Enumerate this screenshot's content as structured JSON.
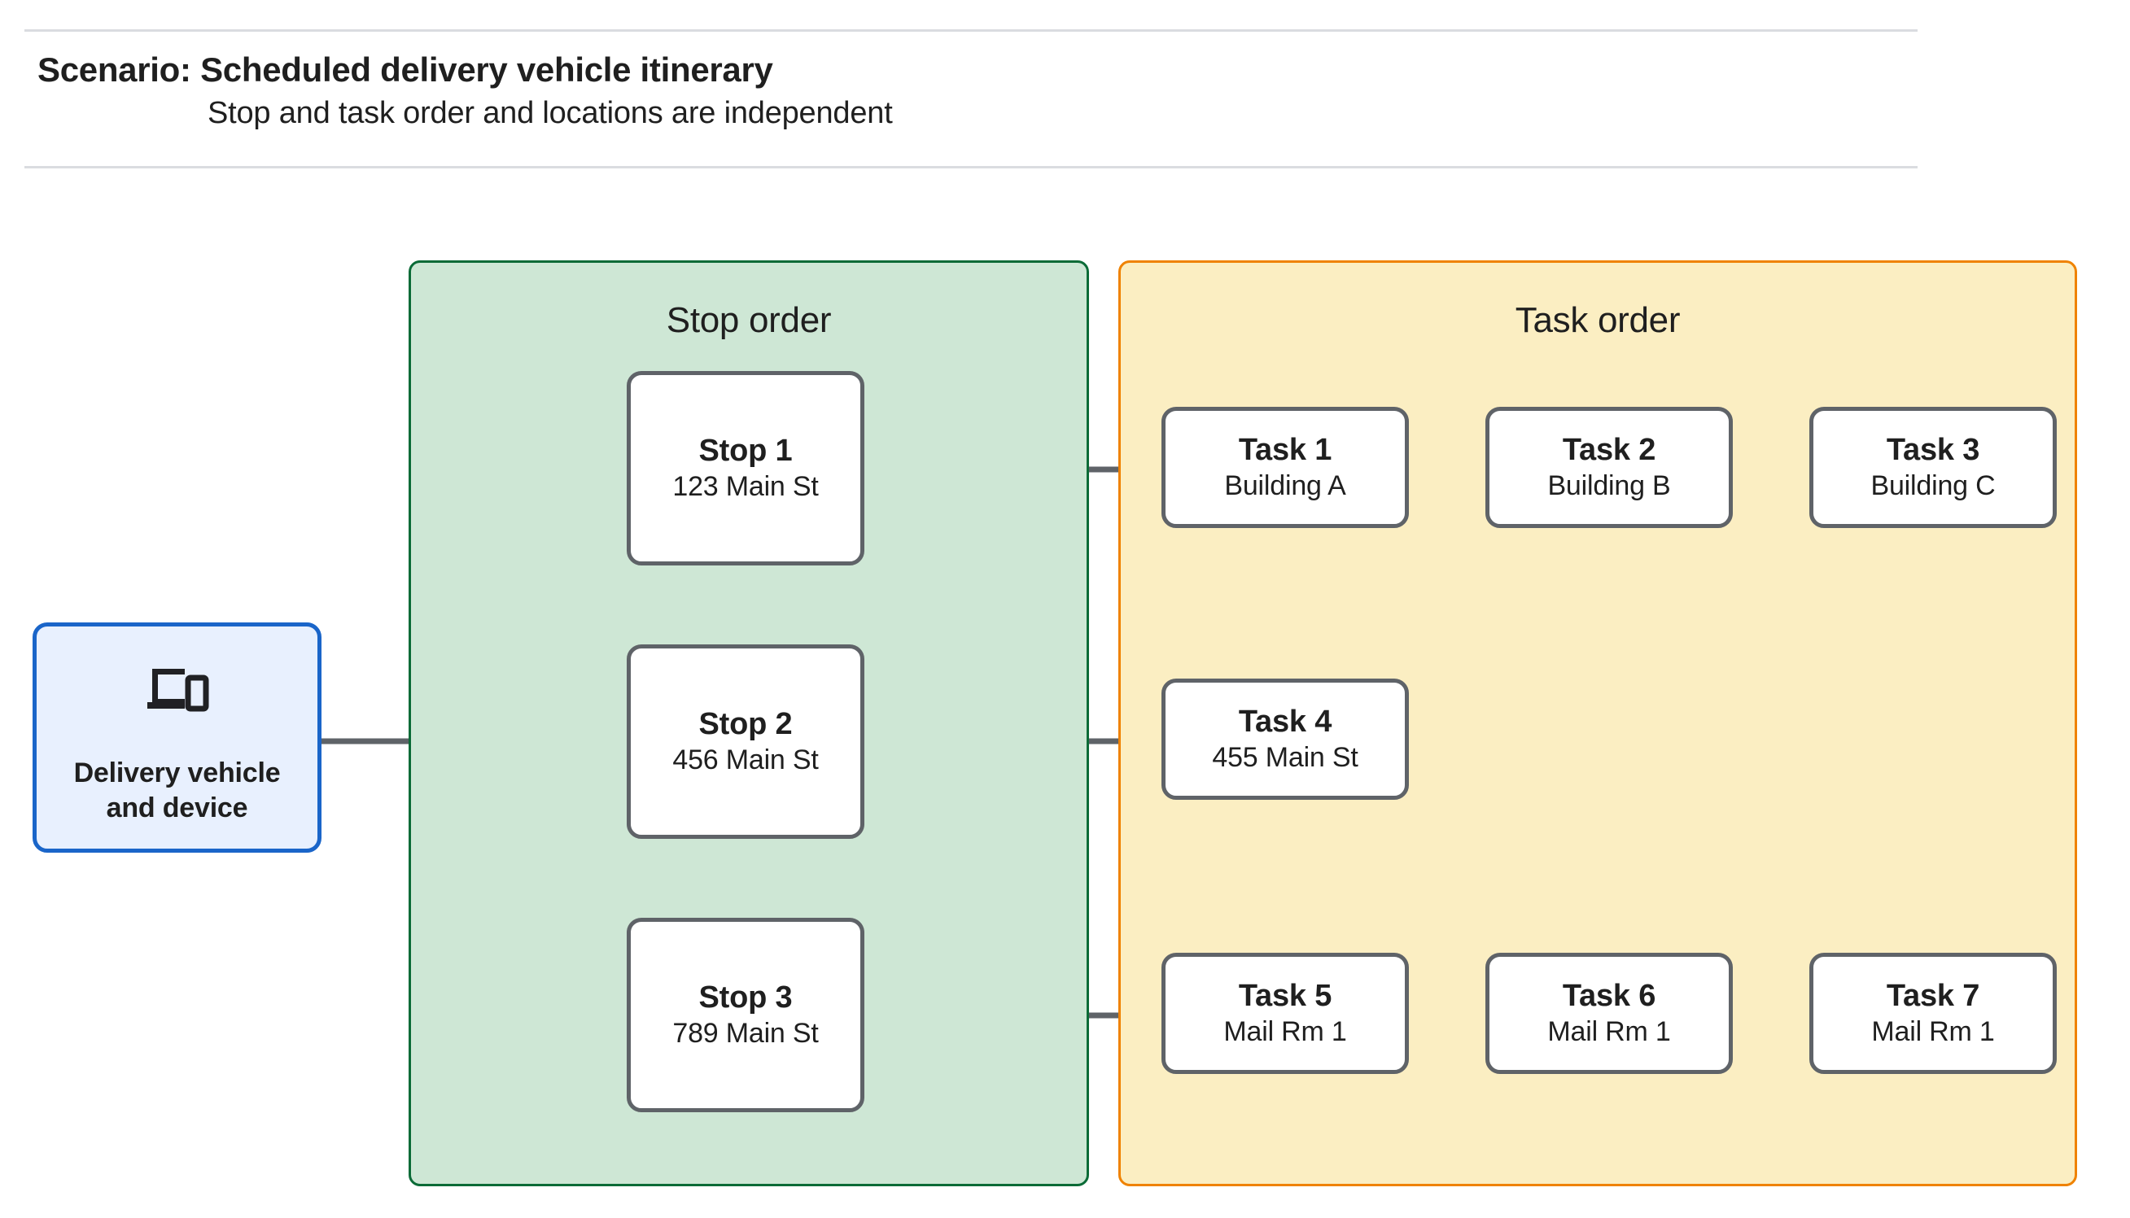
{
  "header": {
    "title": "Scenario: Scheduled delivery vehicle itinerary",
    "subtitle": "Stop and task order and locations are independent"
  },
  "vehicle": {
    "label": "Delivery vehicle\nand device",
    "label_line1": "Delivery vehicle",
    "label_line2": "and device",
    "icon": "devices-icon",
    "border_color": "#1a65c9",
    "fill_color": "#e8f0fe"
  },
  "stop_group": {
    "title": "Stop order",
    "border_color": "#0b6b37",
    "fill_color": "#cee7d5",
    "nodes": [
      {
        "title": "Stop 1",
        "subtitle": "123 Main St"
      },
      {
        "title": "Stop 2",
        "subtitle": "456 Main St"
      },
      {
        "title": "Stop 3",
        "subtitle": "789 Main St"
      }
    ]
  },
  "task_group": {
    "title": "Task order",
    "border_color": "#ef8200",
    "fill_color": "#fbeec2",
    "nodes": [
      {
        "title": "Task 1",
        "subtitle": "Building A"
      },
      {
        "title": "Task 2",
        "subtitle": "Building B"
      },
      {
        "title": "Task 3",
        "subtitle": "Building C"
      },
      {
        "title": "Task 4",
        "subtitle": "455 Main St"
      },
      {
        "title": "Task 5",
        "subtitle": "Mail Rm 1"
      },
      {
        "title": "Task 6",
        "subtitle": "Mail Rm 1"
      },
      {
        "title": "Task 7",
        "subtitle": "Mail Rm 1"
      }
    ]
  },
  "connectors": {
    "line_color": "#5f6368",
    "edges": [
      "vehicle-to-trunk",
      "trunk-to-stop-1",
      "trunk-to-stop-2",
      "trunk-to-stop-3",
      "stop-1-to-task-1",
      "task-1-to-task-2",
      "task-2-to-task-3",
      "stop-2-to-task-4",
      "stop-3-to-task-5",
      "task-5-to-task-6",
      "task-6-to-task-7"
    ]
  }
}
